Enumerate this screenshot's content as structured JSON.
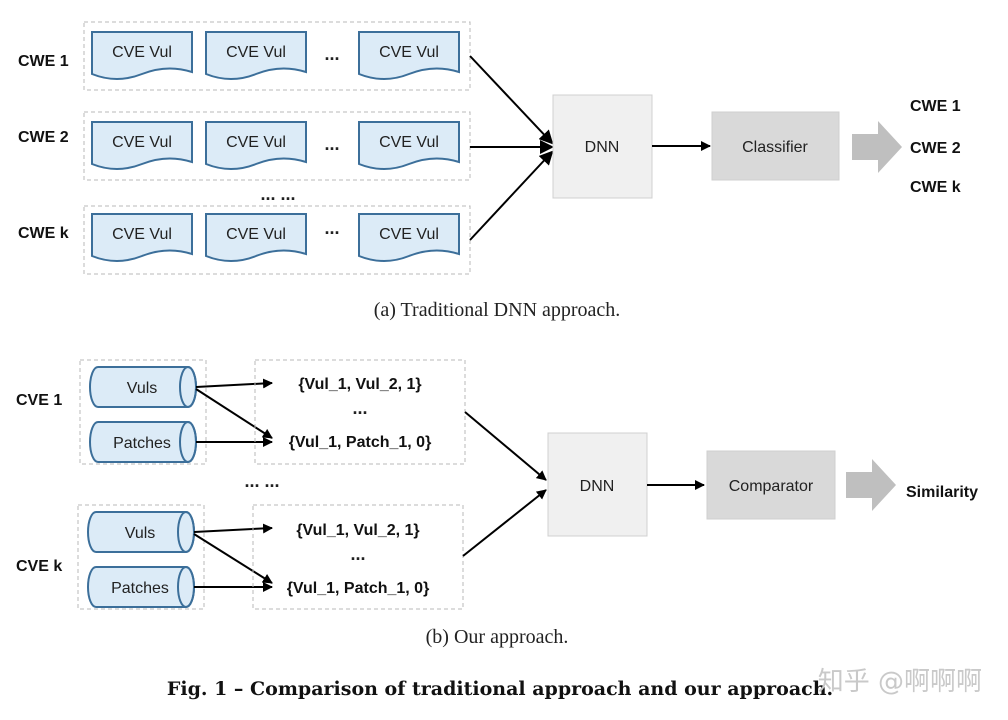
{
  "panel_a": {
    "row_labels": [
      "CWE 1",
      "CWE 2",
      "CWE k"
    ],
    "doc_label": "CVE Vul",
    "row_ellipsis": "...",
    "between_rows_ellipsis": "... ...",
    "dnn_label": "DNN",
    "classifier_label": "Classifier",
    "outputs": [
      "CWE 1",
      "CWE 2",
      "CWE k"
    ],
    "caption": "(a)  Traditional DNN approach."
  },
  "panel_b": {
    "group_labels": [
      "CVE 1",
      "CVE k"
    ],
    "vuls_label": "Vuls",
    "patches_label": "Patches",
    "tuple_pos": "{Vul_1, Vul_2, 1}",
    "tuple_neg": "{Vul_1, Patch_1, 0}",
    "tuple_ellipsis": "...",
    "between_groups_ellipsis": "... ...",
    "dnn_label": "DNN",
    "comparator_label": "Comparator",
    "output_label": "Similarity",
    "caption": "(b)  Our approach."
  },
  "figure_caption": "Fig. 1 – Comparison of traditional approach and our approach.",
  "watermark": "知乎 @啊啊啊",
  "colors": {
    "doc_fill": "#dcebf7",
    "doc_stroke": "#3c6f9a",
    "dnn_fill": "#f0f0f0",
    "classifier_fill": "#d9d9d9",
    "big_arrow": "#bfbfbf",
    "dash": "#b8b8b8"
  }
}
